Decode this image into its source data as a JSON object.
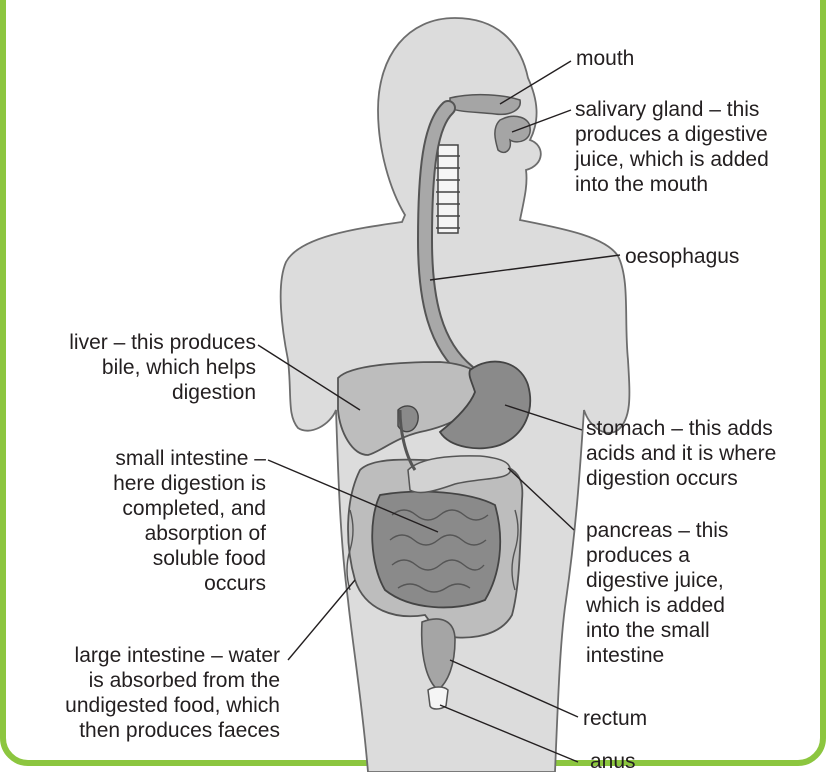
{
  "labels": {
    "mouth": [
      "mouth"
    ],
    "salivary_gland": [
      "salivary gland – this",
      "produces a digestive",
      "juice, which is added",
      "into the mouth"
    ],
    "oesophagus": [
      "oesophagus"
    ],
    "liver": [
      "liver – this produces",
      "bile, which helps",
      "digestion"
    ],
    "stomach": [
      "stomach – this adds",
      "acids and it is where",
      "digestion occurs"
    ],
    "small_intestine": [
      "small intestine –",
      "here digestion is",
      "completed, and",
      "absorption of",
      "soluble food",
      "occurs"
    ],
    "pancreas": [
      "pancreas – this",
      "produces a",
      "digestive juice,",
      "which is added",
      "into the small",
      "intestine"
    ],
    "large_intestine": [
      "large intestine – water",
      "is absorbed from the",
      "undigested food, which",
      "then produces faeces"
    ],
    "rectum": [
      "rectum"
    ],
    "anus": [
      "anus"
    ]
  },
  "colors": {
    "frame": "#8cc63f",
    "body": "#dcdcdc",
    "organ_light": "#bdbdbd",
    "organ_mid": "#a5a5a5",
    "organ_dark": "#8a8a8a",
    "text": "#231f20"
  }
}
